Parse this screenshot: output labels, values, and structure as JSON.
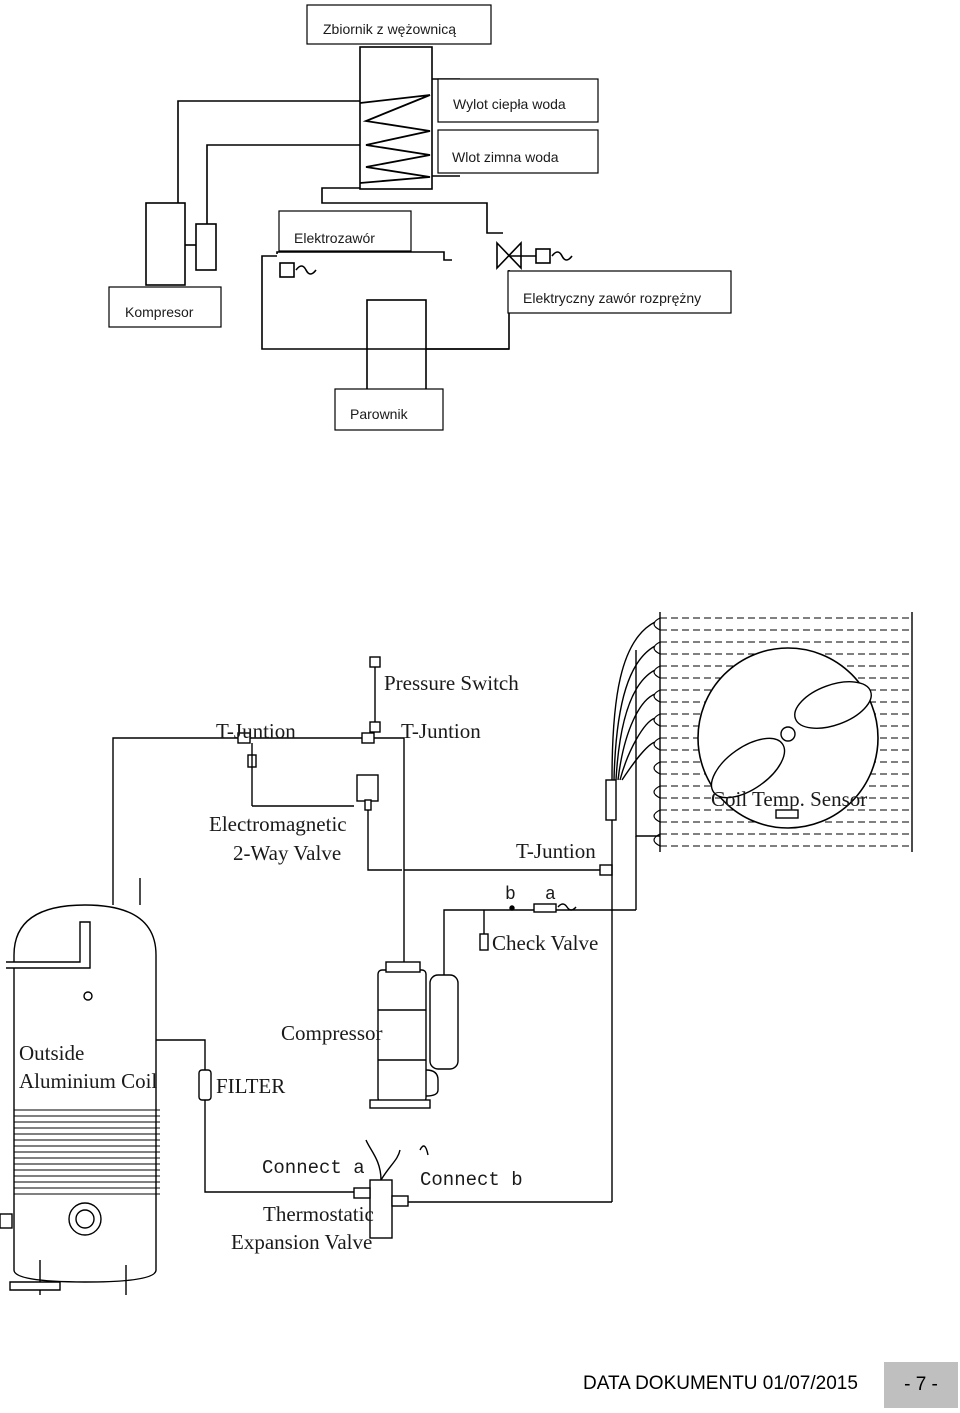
{
  "top_diagram": {
    "tank_label": "Zbiornik z wężownicą",
    "hot_water_label": "Wylot ciepła woda",
    "cold_water_label": "Wlot zimna woda",
    "solenoid_label": "Elektrozawór",
    "compressor_label": "Kompresor",
    "expansion_valve_label": "Elektryczny zawór rozprężny",
    "evaporator_label": "Parownik"
  },
  "bottom_diagram": {
    "pressure_switch": "Pressure Switch",
    "t_junction_left": "T-Juntion",
    "t_junction_right": "T-Juntion",
    "t_junction_lower": "T-Juntion",
    "valve_line1": "Electromagnetic",
    "valve_line2": "2-Way Valve",
    "coil_sensor": "Coil Temp. Sensor",
    "port_b": "b",
    "port_a": "a",
    "check_valve": "Check Valve",
    "coil_line1": "Outside",
    "coil_line2": "Aluminium Coil",
    "compressor": "Compressor",
    "filter": "FILTER",
    "connect_a": "Connect a",
    "connect_b": "Connect b",
    "txv_line1": "Thermostatic",
    "txv_line2": "Expansion Valve"
  },
  "footer": {
    "date": "DATA DOKUMENTU 01/07/2015",
    "page": "- 7 -"
  }
}
